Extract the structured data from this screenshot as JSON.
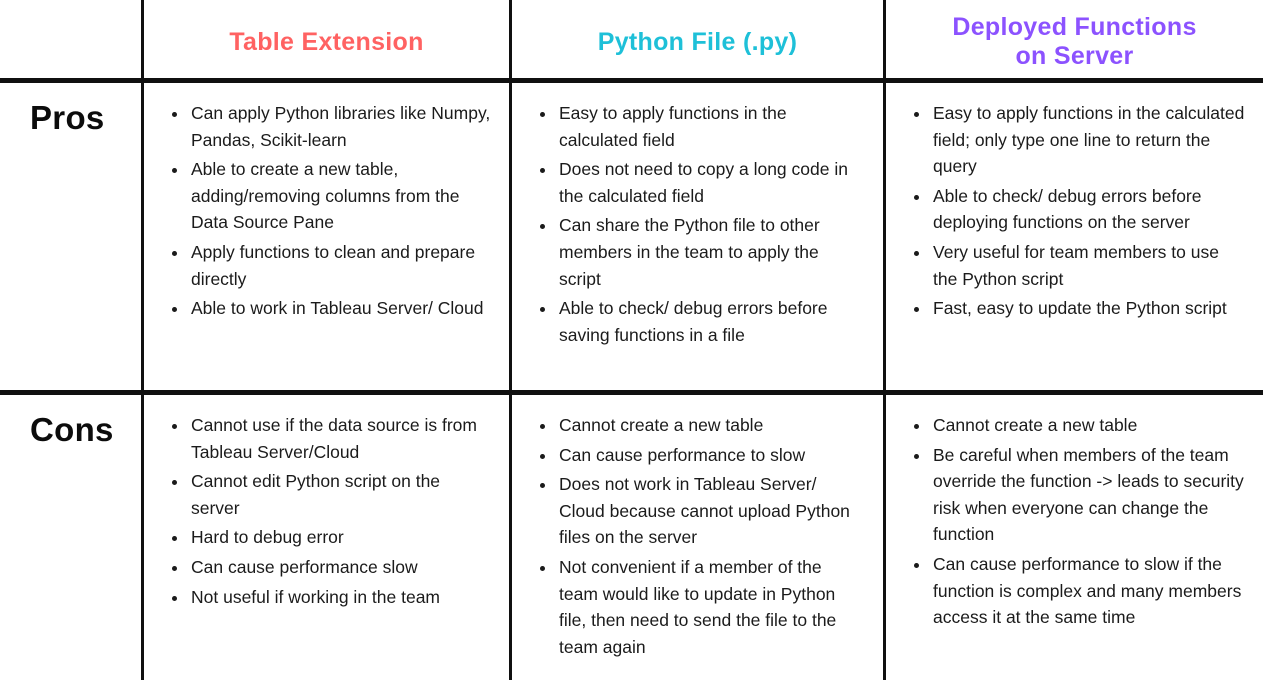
{
  "page": {
    "background": "#ffffff",
    "rule_color": "#101010"
  },
  "table": {
    "columns": [
      {
        "id": "table-extension",
        "label": "Table Extension",
        "color": "#ff6262"
      },
      {
        "id": "python-file",
        "label": "Python File (.py)",
        "color": "#1ec0d8"
      },
      {
        "id": "deployed-functions",
        "label": "Deployed Functions\non Server",
        "color": "#8c52ff"
      }
    ],
    "rows": [
      {
        "id": "pros",
        "label": "Pros",
        "cells": [
          {
            "bullets": [
              "Can apply Python libraries like Numpy, Pandas, Scikit-learn",
              "Able to create a new table, adding/removing columns from the Data Source Pane",
              "Apply functions to clean and prepare directly",
              "Able to work in Tableau Server/ Cloud"
            ]
          },
          {
            "bullets": [
              "Easy to apply functions in the calculated field",
              "Does not need to copy a long code in the calculated field",
              "Can share the Python file to other members in the team to apply the script",
              "Able to check/ debug errors before saving functions in a file"
            ]
          },
          {
            "bullets": [
              "Easy to apply functions in the calculated field; only type one line to return the query",
              "Able to check/ debug errors before deploying functions on the server",
              "Very useful for team members to use the Python script",
              "Fast, easy to update the Python script"
            ]
          }
        ]
      },
      {
        "id": "cons",
        "label": "Cons",
        "cells": [
          {
            "bullets": [
              "Cannot use if the data source is from Tableau Server/Cloud",
              "Cannot edit Python script on the server",
              "Hard to debug error",
              "Can cause performance slow",
              "Not useful if working in the team"
            ]
          },
          {
            "bullets": [
              "Cannot create a new table",
              "Can cause performance to slow",
              "Does not work in Tableau Server/ Cloud because cannot upload Python files on the server",
              "Not convenient if a member of the team would like to update in Python file, then need to send the file to the team again"
            ]
          },
          {
            "bullets": [
              "Cannot create a new table",
              "Be careful when members of the team override the function -> leads to security risk when everyone can change the function",
              "Can cause performance to slow if the function is complex and many members access it at the same time"
            ]
          }
        ]
      }
    ]
  }
}
